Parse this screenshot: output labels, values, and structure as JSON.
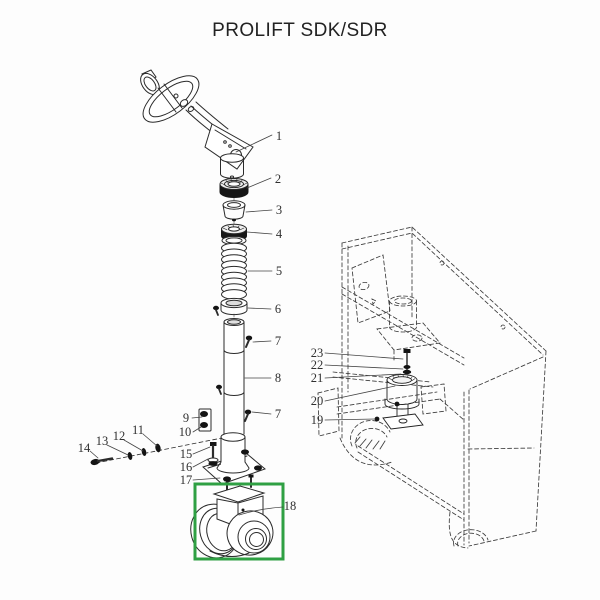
{
  "title": "PROLIFT SDK/SDR",
  "highlight": {
    "color": "#2fa043"
  },
  "drawing": {
    "ink": "#2b2b2b",
    "phantom": "#3c3c3c",
    "fill_dark": "#141414"
  },
  "callouts": [
    {
      "label": "1"
    },
    {
      "label": "2"
    },
    {
      "label": "3"
    },
    {
      "label": "4"
    },
    {
      "label": "5"
    },
    {
      "label": "6"
    },
    {
      "label": "7"
    },
    {
      "label": "8"
    },
    {
      "label": "7"
    },
    {
      "label": "9"
    },
    {
      "label": "10"
    },
    {
      "label": "11"
    },
    {
      "label": "12"
    },
    {
      "label": "13"
    },
    {
      "label": "14"
    },
    {
      "label": "15"
    },
    {
      "label": "16"
    },
    {
      "label": "17"
    },
    {
      "label": "18"
    },
    {
      "label": "19"
    },
    {
      "label": "20"
    },
    {
      "label": "21"
    },
    {
      "label": "22"
    },
    {
      "label": "23"
    }
  ]
}
